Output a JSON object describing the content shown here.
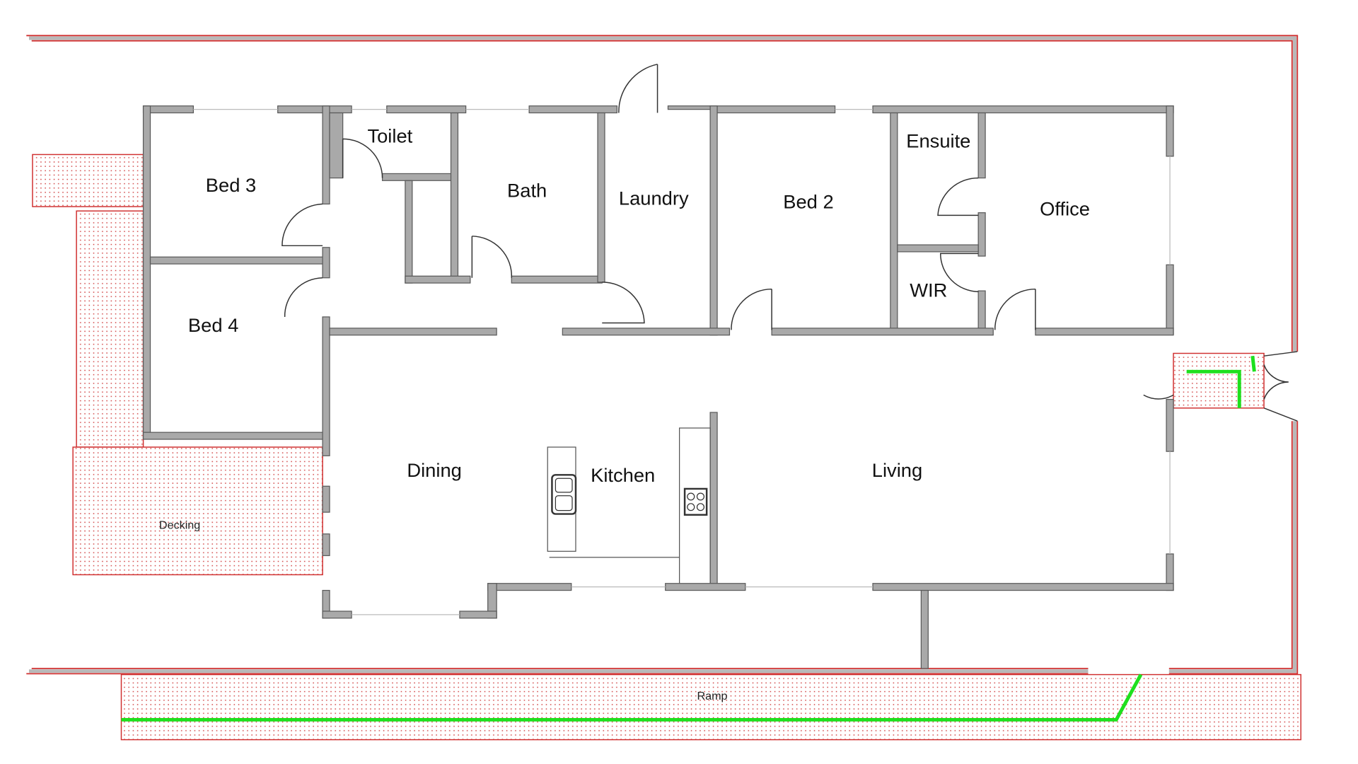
{
  "rooms": {
    "bed3": "Bed 3",
    "bed4": "Bed 4",
    "toilet": "Toilet",
    "bath": "Bath",
    "laundry": "Laundry",
    "bed2": "Bed 2",
    "ensuite": "Ensuite",
    "office": "Office",
    "wir": "WIR",
    "dining": "Dining",
    "kitchen": "Kitchen",
    "living": "Living"
  },
  "outdoor": {
    "decking": "Decking",
    "ramp": "Ramp"
  },
  "colors": {
    "boundary": "#d03030",
    "wall": "#a9a9a9",
    "access_path": "#1ee01e"
  }
}
